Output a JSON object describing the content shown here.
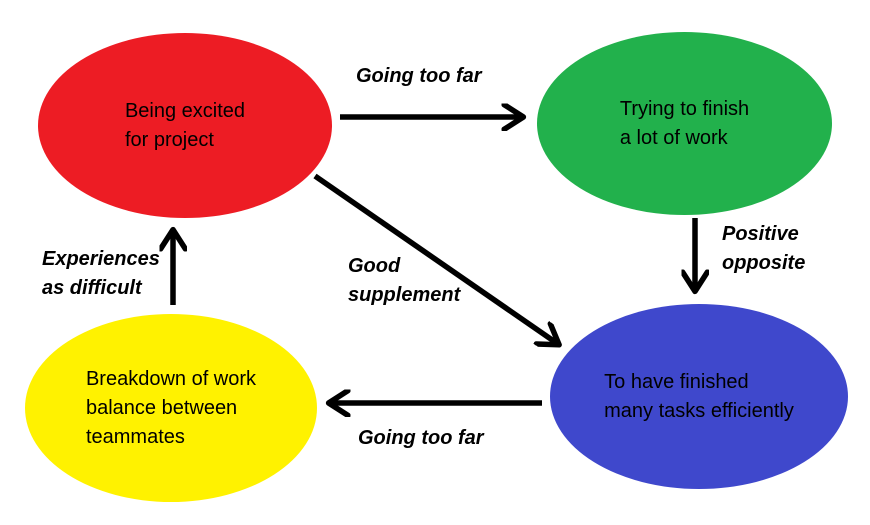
{
  "background": "#ffffff",
  "arrow_color": "#000000",
  "diagram": {
    "type": "cycle-flowchart",
    "description_visible_text_only": true
  },
  "nodes": {
    "excited": {
      "label": "Being excited\nfor project",
      "color": "#ed1c24"
    },
    "finish": {
      "label": "Trying to finish\na lot of work",
      "color": "#22b14c"
    },
    "finished": {
      "label": "To have finished\nmany tasks efficiently",
      "color": "#3f48cc"
    },
    "breakdown": {
      "label": "Breakdown of work\nbalance between\nteammates",
      "color": "#fff200"
    }
  },
  "edges": {
    "excited_to_finish": {
      "label": "Going too far",
      "from": "Being excited for project",
      "to": "Trying to finish a lot of work"
    },
    "finish_to_finished": {
      "label": "Positive\nopposite",
      "from": "Trying to finish a lot of work",
      "to": "To have finished many tasks efficiently"
    },
    "excited_to_finished": {
      "label": "Good\nsupplement",
      "from": "Being excited for project",
      "to": "To have finished many tasks efficiently"
    },
    "finished_to_breakdown": {
      "label": "Going too far",
      "from": "To have finished many tasks efficiently",
      "to": "Breakdown of work balance between teammates"
    },
    "breakdown_to_excited": {
      "label": "Experiences\nas difficult",
      "from": "Breakdown of work balance between teammates",
      "to": "Being excited for project"
    }
  }
}
